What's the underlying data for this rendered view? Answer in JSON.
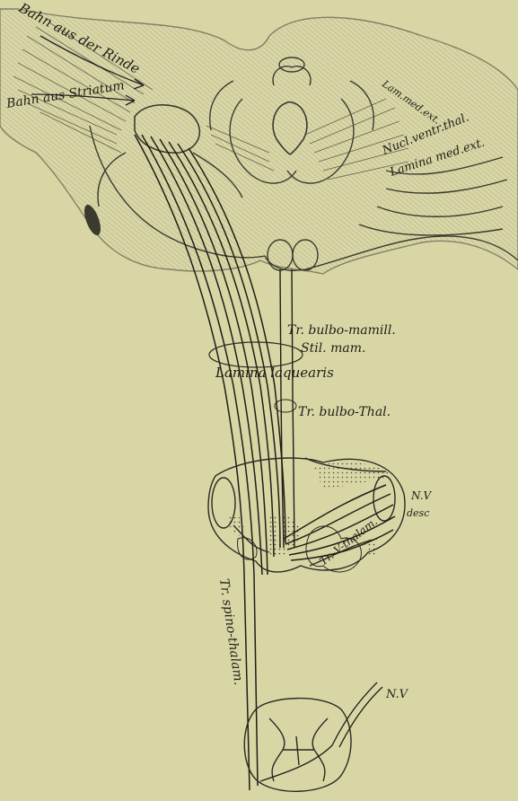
{
  "figure": {
    "background": "#d9d6a6",
    "ink": "#2a2a22",
    "labels": {
      "bahn_rinde": "Bahn aus der Rinde",
      "bahn_striatum": "Bahn aus Striatum",
      "lam_med": "Lam.med.ext.",
      "nucl_ventr": "Nucl.ventr.thal.",
      "lamina_med": "Lamina med.ext.",
      "tr_bulbo_mamill": "Tr. bulbo-mamill.",
      "stil_mam": "Stil. mam.",
      "lamina_laquearis": "Lamina laquearis",
      "tr_bulbo_thal": "Tr. bulbo-Thal.",
      "nv_desc_1": "N.V",
      "nv_desc_2": "desc",
      "tr_v_thalam": "Tr. V-thalam.",
      "tr_spino_thalam": "Tr. spino-thalam.",
      "nv": "N.V"
    }
  }
}
